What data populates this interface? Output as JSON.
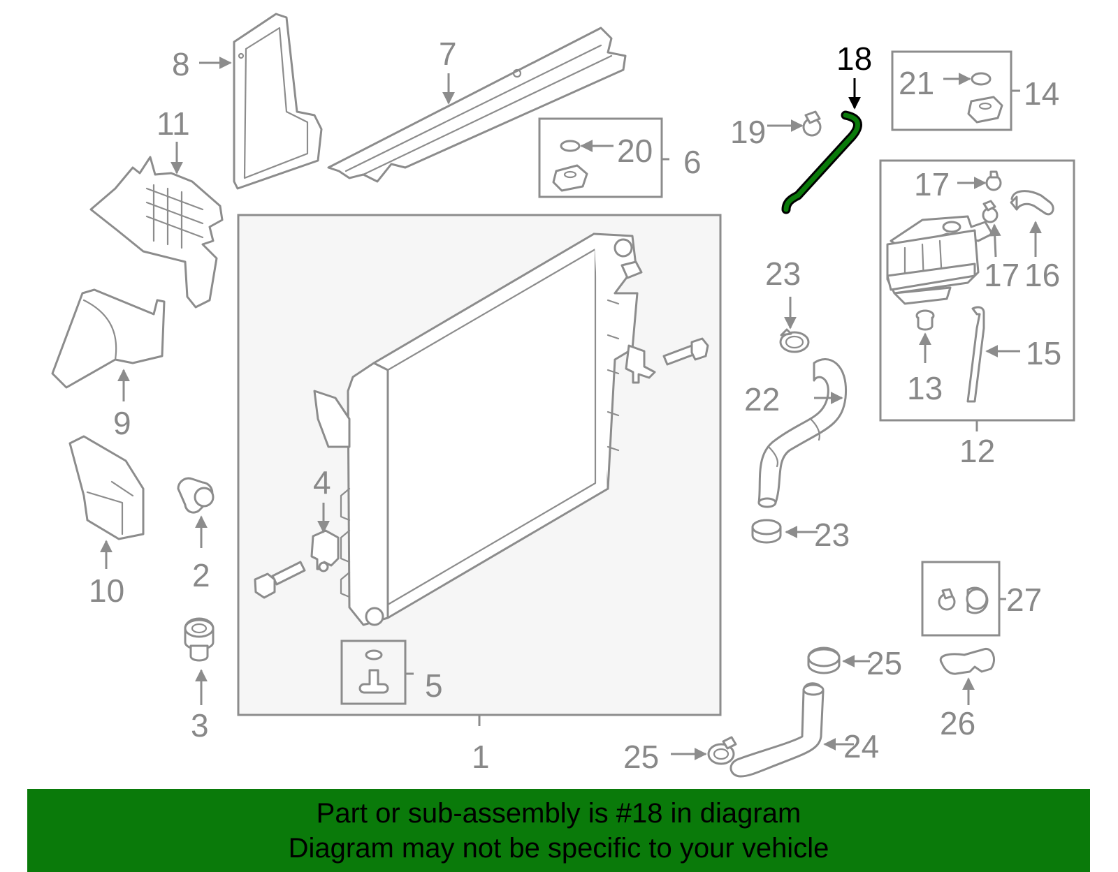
{
  "callouts": {
    "c1": "1",
    "c2": "2",
    "c3": "3",
    "c4": "4",
    "c5": "5",
    "c6": "6",
    "c7": "7",
    "c8": "8",
    "c9": "9",
    "c10": "10",
    "c11": "11",
    "c12": "12",
    "c13": "13",
    "c14": "14",
    "c15": "15",
    "c16": "16",
    "c17a": "17",
    "c17b": "17",
    "c18": "18",
    "c19": "19",
    "c20": "20",
    "c21": "21",
    "c22": "22",
    "c23a": "23",
    "c23b": "23",
    "c24": "24",
    "c25a": "25",
    "c25b": "25",
    "c26": "26",
    "c27": "27"
  },
  "highlight": {
    "part_number": "18",
    "color": "#0a7a0a"
  },
  "banner": {
    "line1": "Part or sub-assembly is #18 in diagram",
    "line2": "Diagram may not be specific to your vehicle",
    "background": "#0a7a0a"
  }
}
